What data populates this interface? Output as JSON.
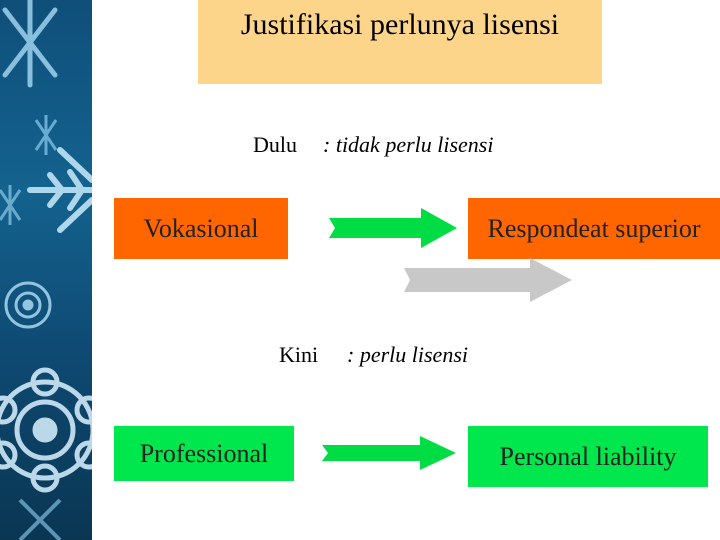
{
  "slide": {
    "title": "Justifikasi perlunya lisensi",
    "dulu": {
      "label": "Dulu",
      "text": ": tidak perlu lisensi"
    },
    "kini": {
      "label": "Kini",
      "text": ": perlu lisensi"
    },
    "boxes": {
      "vokasional": "Vokasional",
      "respondeat": "Respondeat superior",
      "professional": "Professional",
      "personal": "Personal liability"
    }
  },
  "colors": {
    "title_bg": "#fdd58a",
    "orange_box": "#ff6600",
    "green_box": "#00e64d",
    "green_arrow": "#00dd44",
    "gray_arrow": "#c8c8c8",
    "side_panel": "#0f4f7a"
  },
  "icons": [
    "snowflake-icon",
    "flower-icon",
    "right-arrow-icon"
  ]
}
